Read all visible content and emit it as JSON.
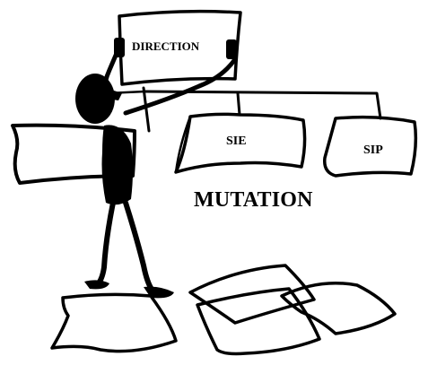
{
  "labels": {
    "direction": "DIRECTION",
    "sie": "SIE",
    "sip": "SIP",
    "mutation": "MUTATION"
  },
  "colors": {
    "ink": "#000000",
    "paper": "#ffffff"
  }
}
